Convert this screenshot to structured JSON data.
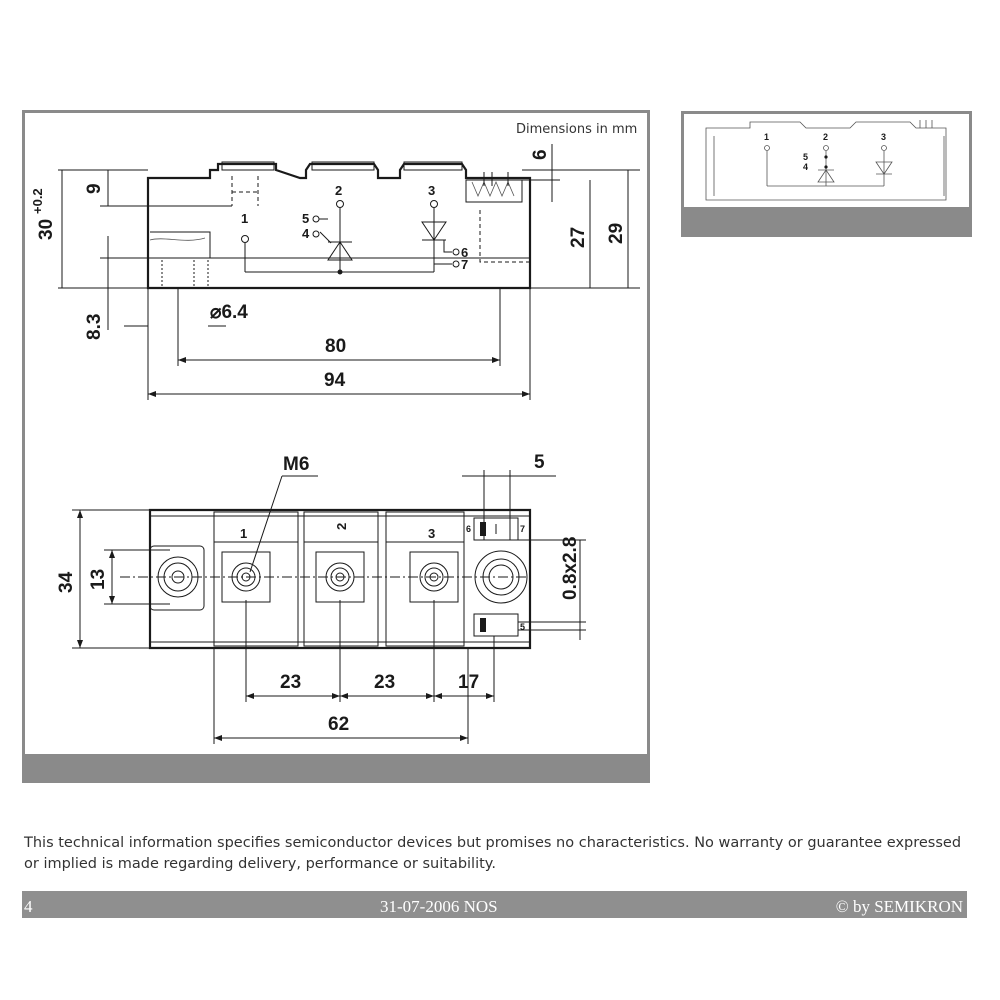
{
  "drawing": {
    "units_note": "Dimensions in mm",
    "side_view": {
      "dimensions": {
        "height_total": "30",
        "height_tol": "+0.2",
        "top_step": "9",
        "base_thickness": "8.3",
        "hole_diameter": "⌀6.4",
        "hole_spacing": "80",
        "length": "94",
        "pin_height_top": "6",
        "pin_height_a": "27",
        "pin_height_b": "29"
      },
      "pins": {
        "p1": "1",
        "p2": "2",
        "p3": "3",
        "p4": "4",
        "p5": "5",
        "p6": "6",
        "p7": "7"
      }
    },
    "top_view": {
      "dimensions": {
        "thread": "M6",
        "pin_width": "5",
        "width": "34",
        "hole_offset": "13",
        "pin_size": "0.8x2.8",
        "pitch_a": "23",
        "pitch_b": "23",
        "pitch_c": "17",
        "span": "62"
      },
      "terminals": {
        "t1": "1",
        "t2": "2",
        "t3": "3",
        "t5": "5",
        "t6": "6",
        "t7": "7"
      }
    },
    "thumbnail": {
      "pins": {
        "p1": "1",
        "p2": "2",
        "p3": "3",
        "p4": "4",
        "p5": "5"
      }
    }
  },
  "disclaimer": "This technical information specifies semiconductor devices but promises no characteristics. No warranty or guarantee expressed or implied is made regarding delivery, performance or suitability.",
  "footer": {
    "page": "4",
    "date_code": "31-07-2006 NOS",
    "copyright": "© by SEMIKRON"
  }
}
